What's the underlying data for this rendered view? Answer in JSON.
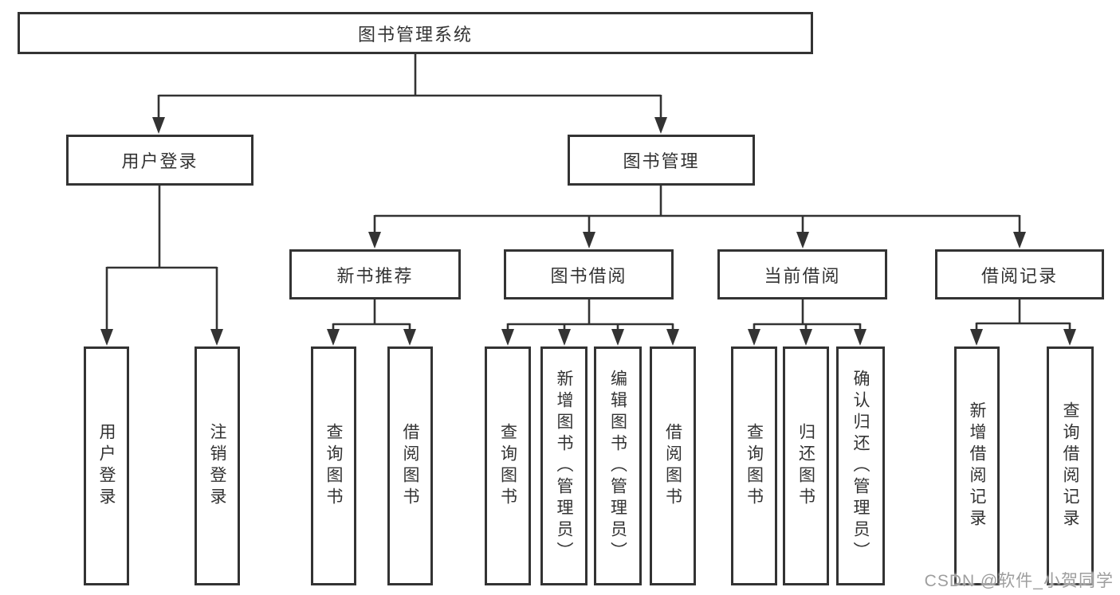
{
  "root": {
    "label": "图书管理系统",
    "children": [
      {
        "label": "用户登录",
        "children": [
          {
            "label": "用户登录"
          },
          {
            "label": "注销登录"
          }
        ]
      },
      {
        "label": "图书管理",
        "children": [
          {
            "label": "新书推荐",
            "children": [
              {
                "label": "查询图书"
              },
              {
                "label": "借阅图书"
              }
            ]
          },
          {
            "label": "图书借阅",
            "children": [
              {
                "label": "查询图书"
              },
              {
                "label": "新增图书（管理员）"
              },
              {
                "label": "编辑图书（管理员）"
              },
              {
                "label": "借阅图书"
              }
            ]
          },
          {
            "label": "当前借阅",
            "children": [
              {
                "label": "查询图书"
              },
              {
                "label": "归还图书"
              },
              {
                "label": "确认归还（管理员）"
              }
            ]
          },
          {
            "label": "借阅记录",
            "children": [
              {
                "label": "新增借阅记录"
              },
              {
                "label": "查询借阅记录"
              }
            ]
          }
        ]
      }
    ]
  },
  "watermark": "CSDN @软件_小贺同学",
  "colors": {
    "line": "#333333",
    "text": "#333333",
    "watermark_text": "#9e9e9e",
    "background": "#ffffff"
  }
}
